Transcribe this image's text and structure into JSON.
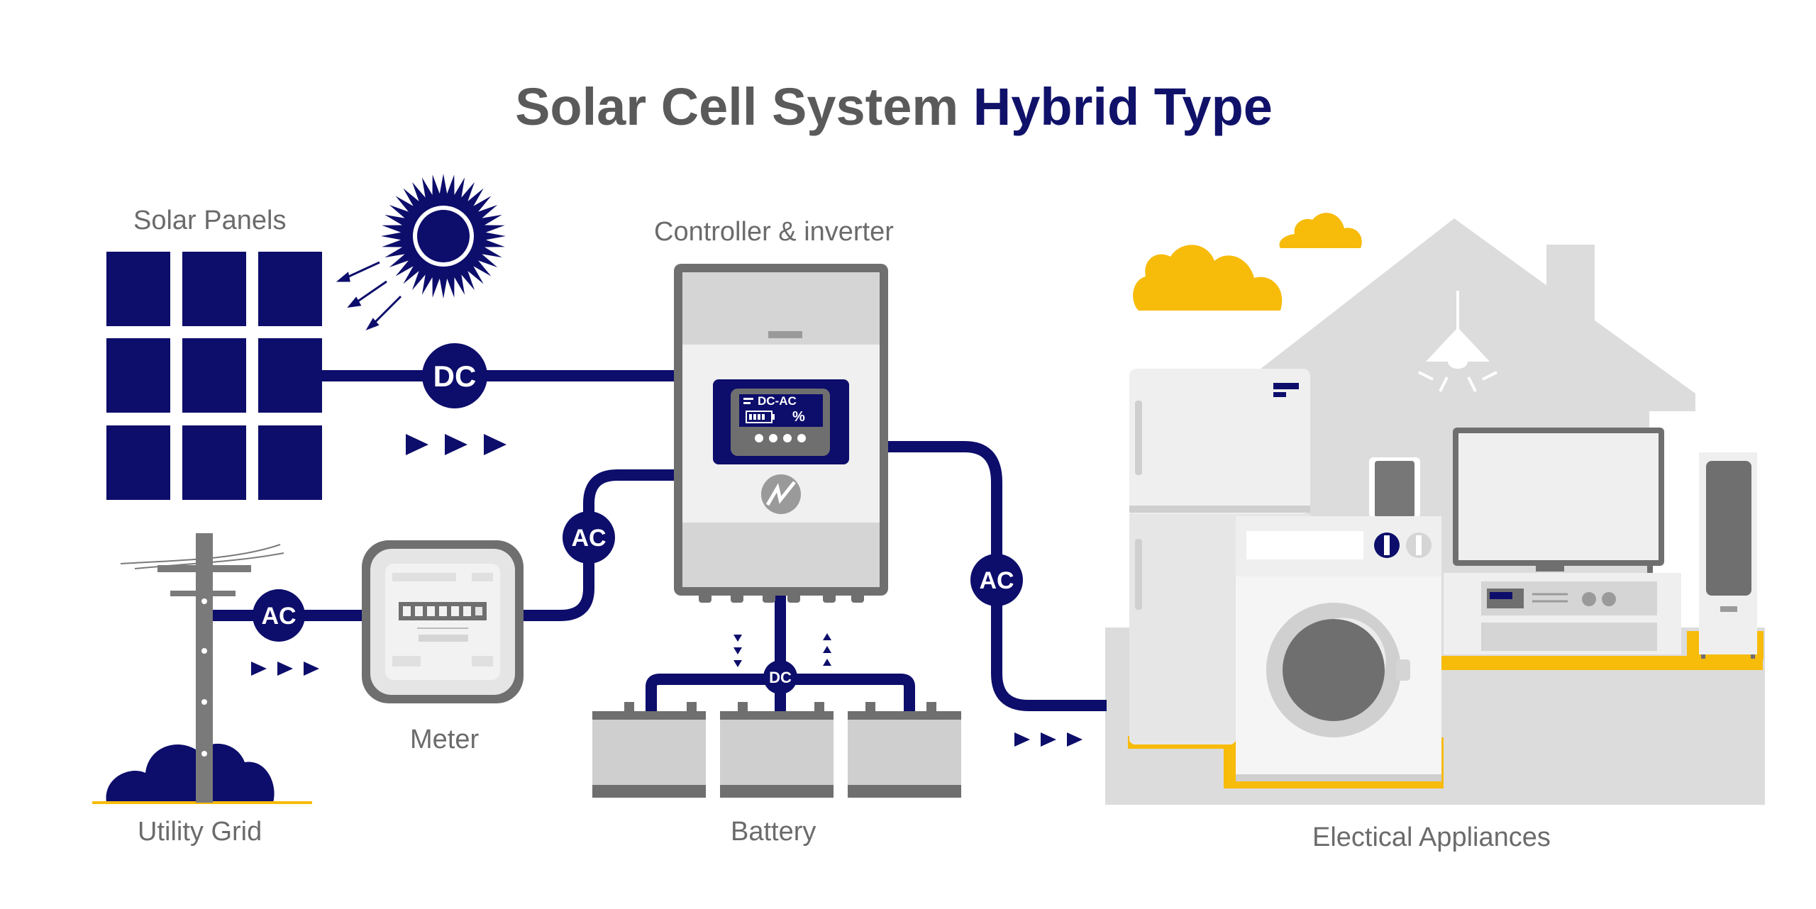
{
  "title": {
    "part1": "Solar Cell System ",
    "part2": "Hybrid Type"
  },
  "labels": {
    "solar_panels": "Solar Panels",
    "controller": "Controller & inverter",
    "utility_grid": "Utility Grid",
    "meter": "Meter",
    "battery": "Battery",
    "appliances": "Electical Appliances"
  },
  "badges": {
    "dc_main": "DC",
    "ac_grid": "AC",
    "ac_meter": "AC",
    "ac_house": "AC",
    "dc_battery": "DC"
  },
  "inverter_screen": {
    "mode": "DC-AC",
    "percent": "%"
  },
  "colors": {
    "navy": "#0d0d6b",
    "gray": "#d9d9d9",
    "dark_gray": "#6f6f6f",
    "yellow": "#f7bb0a",
    "text": "#6b6b6b"
  }
}
